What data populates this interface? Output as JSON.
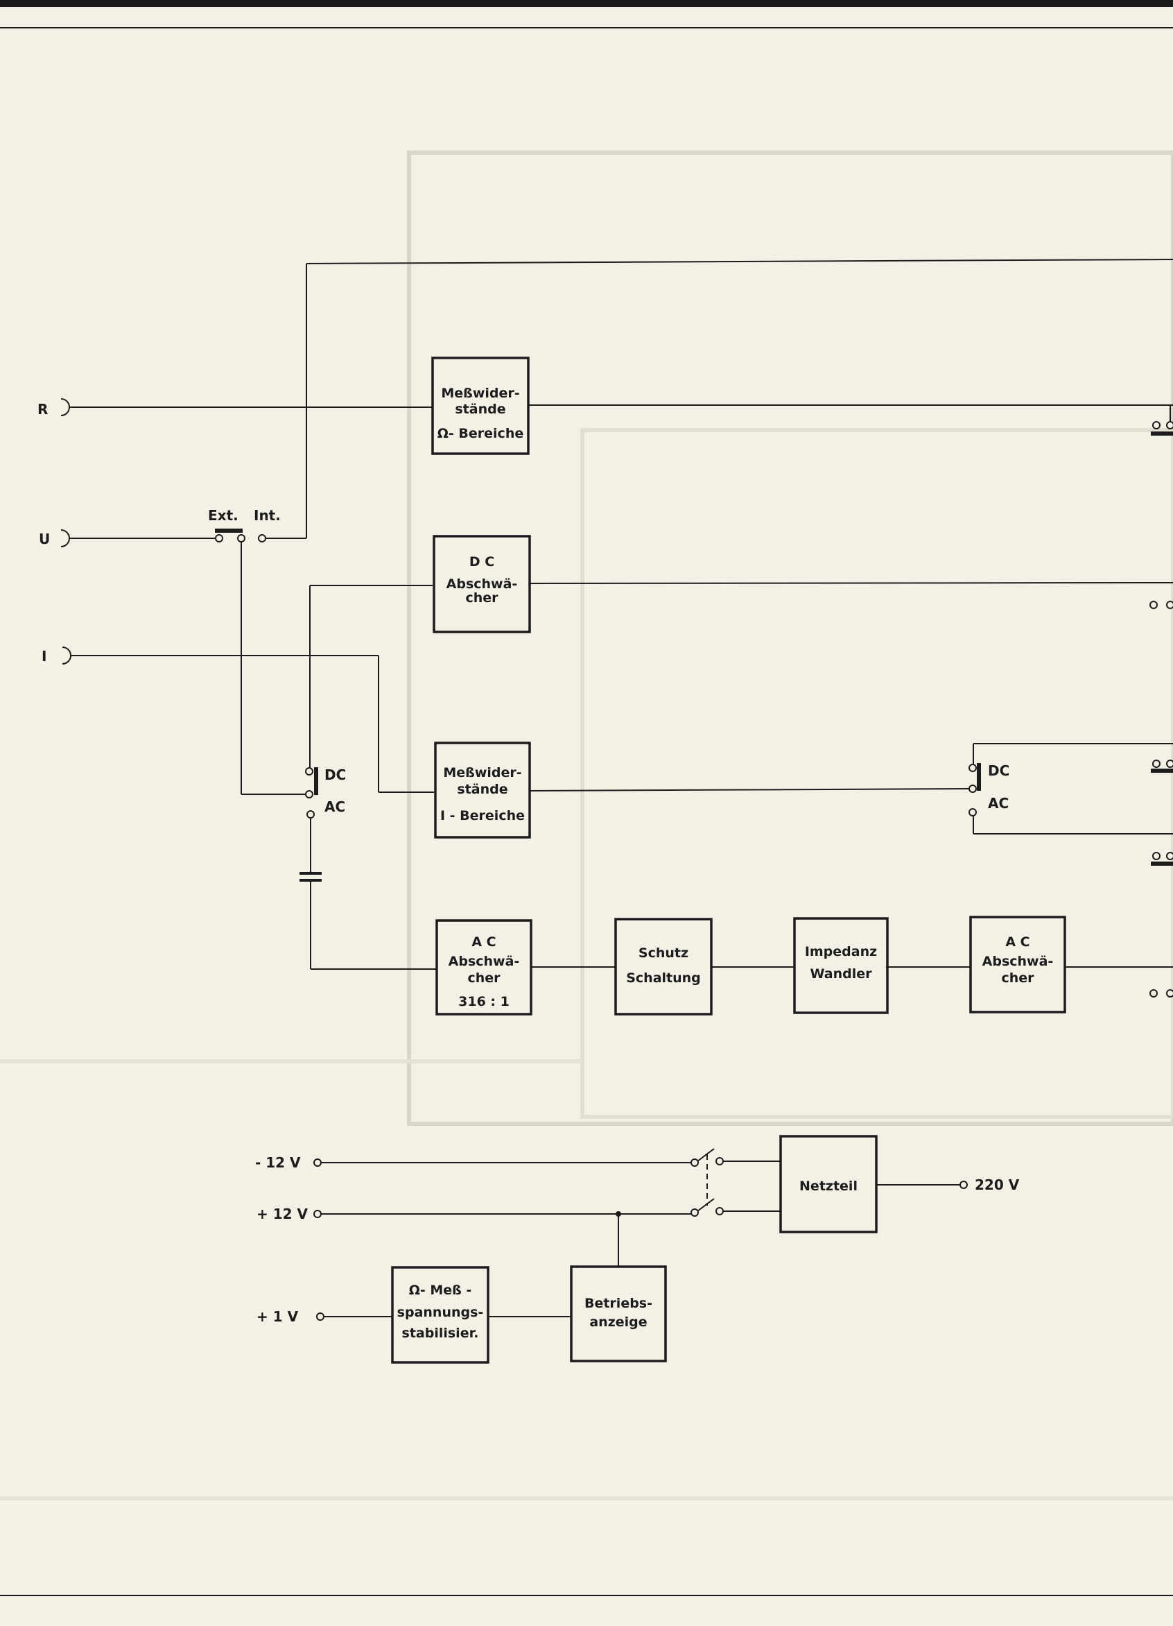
{
  "inputs": {
    "r": "R",
    "u": "U",
    "i": "I"
  },
  "switch_ext_int": {
    "ext": "Ext.",
    "int": "Int."
  },
  "switch_dc_ac_left": {
    "dc": "DC",
    "ac": "AC"
  },
  "switch_dc_ac_right": {
    "dc": "DC",
    "ac": "AC"
  },
  "blocks": {
    "messwiderstaende_ohm": [
      "Meßwider-",
      "stände",
      "Ω- Bereiche"
    ],
    "dc_abschwaecher": [
      "D C",
      "Abschwä-",
      "cher"
    ],
    "messwiderstaende_i": [
      "Meßwider-",
      "stände",
      "I - Bereiche"
    ],
    "ac_abschwaecher_left": [
      "A C",
      "Abschwä-",
      "cher",
      "316 : 1"
    ],
    "schutz_schaltung": [
      "Schutz",
      "Schaltung"
    ],
    "impedanz_wandler": [
      "Impedanz",
      "Wandler"
    ],
    "ac_abschwaecher_right": [
      "A C",
      "Abschwä-",
      "cher"
    ],
    "netzteil": [
      "Netzteil"
    ],
    "ohm_mess_stabilisier": [
      "Ω- Meß -",
      "spannungs-",
      "stabilisier."
    ],
    "betriebsanzeige": [
      "Betriebs-",
      "anzeige"
    ]
  },
  "power": {
    "minus12": "- 12 V",
    "plus12": "+ 12 V",
    "plus1": "+ 1 V",
    "mains": "220 V"
  },
  "colors": {
    "paper": "#f3f0e6",
    "ink": "#1c1c1c"
  }
}
